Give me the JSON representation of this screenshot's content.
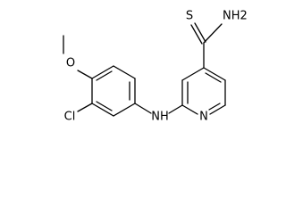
{
  "molecule": {
    "labels": {
      "thioamide_s": "S",
      "amide_nh2": "NH2",
      "pyridine_n": "N",
      "linker_nh": "NH",
      "methoxy_o": "O",
      "chloro": "Cl"
    },
    "colors": {
      "ink": "#000000",
      "background": "#ffffff"
    }
  }
}
